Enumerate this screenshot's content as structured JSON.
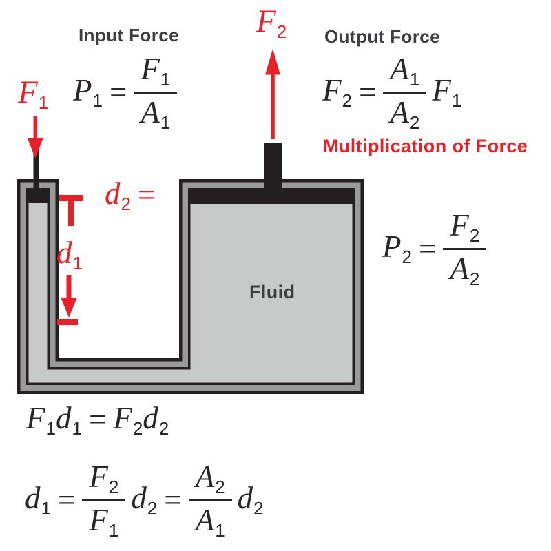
{
  "colors": {
    "red": "#e8202a",
    "math_ink": "#2a2527",
    "label_gray": "#3e3e40",
    "vessel_outline_black": "#231f20",
    "vessel_wall_gray": "#9a9a9a",
    "fluid_gray": "#c8c9c9",
    "piston_black": "#231f20"
  },
  "icons": {
    "f1_arrow": "red-down-arrow",
    "f2_arrow": "red-up-arrow",
    "d1_marker": "red-distance-measure"
  },
  "header": {
    "input_force": "Input Force",
    "output_force": "Output Force",
    "multiplication_of_force": "Multiplication of Force"
  },
  "diagram": {
    "fluid_label": "Fluid",
    "f1": {
      "base": "F",
      "sub": "1"
    },
    "f2": {
      "base": "F",
      "sub": "2"
    },
    "d1": {
      "base": "d",
      "sub": "1"
    },
    "d2": {
      "base": "d",
      "sub": "2"
    },
    "d2_equals": "="
  },
  "formulas": {
    "p1": {
      "lhs": {
        "base": "P",
        "sub": "1"
      },
      "eq": "=",
      "frac": {
        "num": {
          "base": "F",
          "sub": "1"
        },
        "den": {
          "base": "A",
          "sub": "1"
        }
      }
    },
    "f2_output": {
      "lhs": {
        "base": "F",
        "sub": "2"
      },
      "eq": "=",
      "frac": {
        "num": {
          "base": "A",
          "sub": "1"
        },
        "den": {
          "base": "A",
          "sub": "2"
        }
      },
      "factor": {
        "base": "F",
        "sub": "1"
      }
    },
    "p2": {
      "lhs": {
        "base": "P",
        "sub": "2"
      },
      "eq": "=",
      "frac": {
        "num": {
          "base": "F",
          "sub": "2"
        },
        "den": {
          "base": "A",
          "sub": "2"
        }
      }
    },
    "work": {
      "t1": {
        "base": "F",
        "sub": "1"
      },
      "t2": {
        "base": "d",
        "sub": "1"
      },
      "eq": "=",
      "t3": {
        "base": "F",
        "sub": "2"
      },
      "t4": {
        "base": "d",
        "sub": "2"
      }
    },
    "distance": {
      "lhs": {
        "base": "d",
        "sub": "1"
      },
      "eq1": "=",
      "frac1": {
        "num": {
          "base": "F",
          "sub": "2"
        },
        "den": {
          "base": "F",
          "sub": "1"
        }
      },
      "mid": {
        "base": "d",
        "sub": "2"
      },
      "eq2": "=",
      "frac2": {
        "num": {
          "base": "A",
          "sub": "2"
        },
        "den": {
          "base": "A",
          "sub": "1"
        }
      },
      "rhs": {
        "base": "d",
        "sub": "2"
      }
    }
  }
}
